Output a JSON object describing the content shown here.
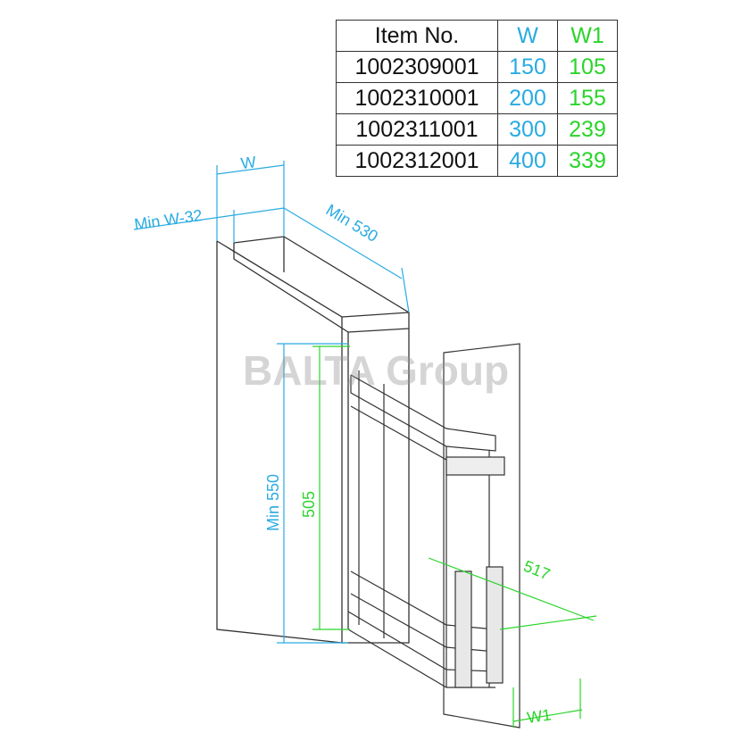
{
  "watermark": "BALTA Group",
  "colors": {
    "w": "#29abe2",
    "w1": "#2bd42b",
    "line": "#333333"
  },
  "table": {
    "headers": {
      "item": "Item No.",
      "w": "W",
      "w1": "W1"
    },
    "rows": [
      {
        "item": "1002309001",
        "w": "150",
        "w1": "105"
      },
      {
        "item": "1002310001",
        "w": "200",
        "w1": "155"
      },
      {
        "item": "1002311001",
        "w": "300",
        "w1": "239"
      },
      {
        "item": "1002312001",
        "w": "400",
        "w1": "339"
      }
    ]
  },
  "dimensions": {
    "w": "W",
    "min_w": "Min W-32",
    "min_depth": "Min 530",
    "min_height": "Min 550",
    "height": "505",
    "depth": "517",
    "w1": "W1"
  }
}
